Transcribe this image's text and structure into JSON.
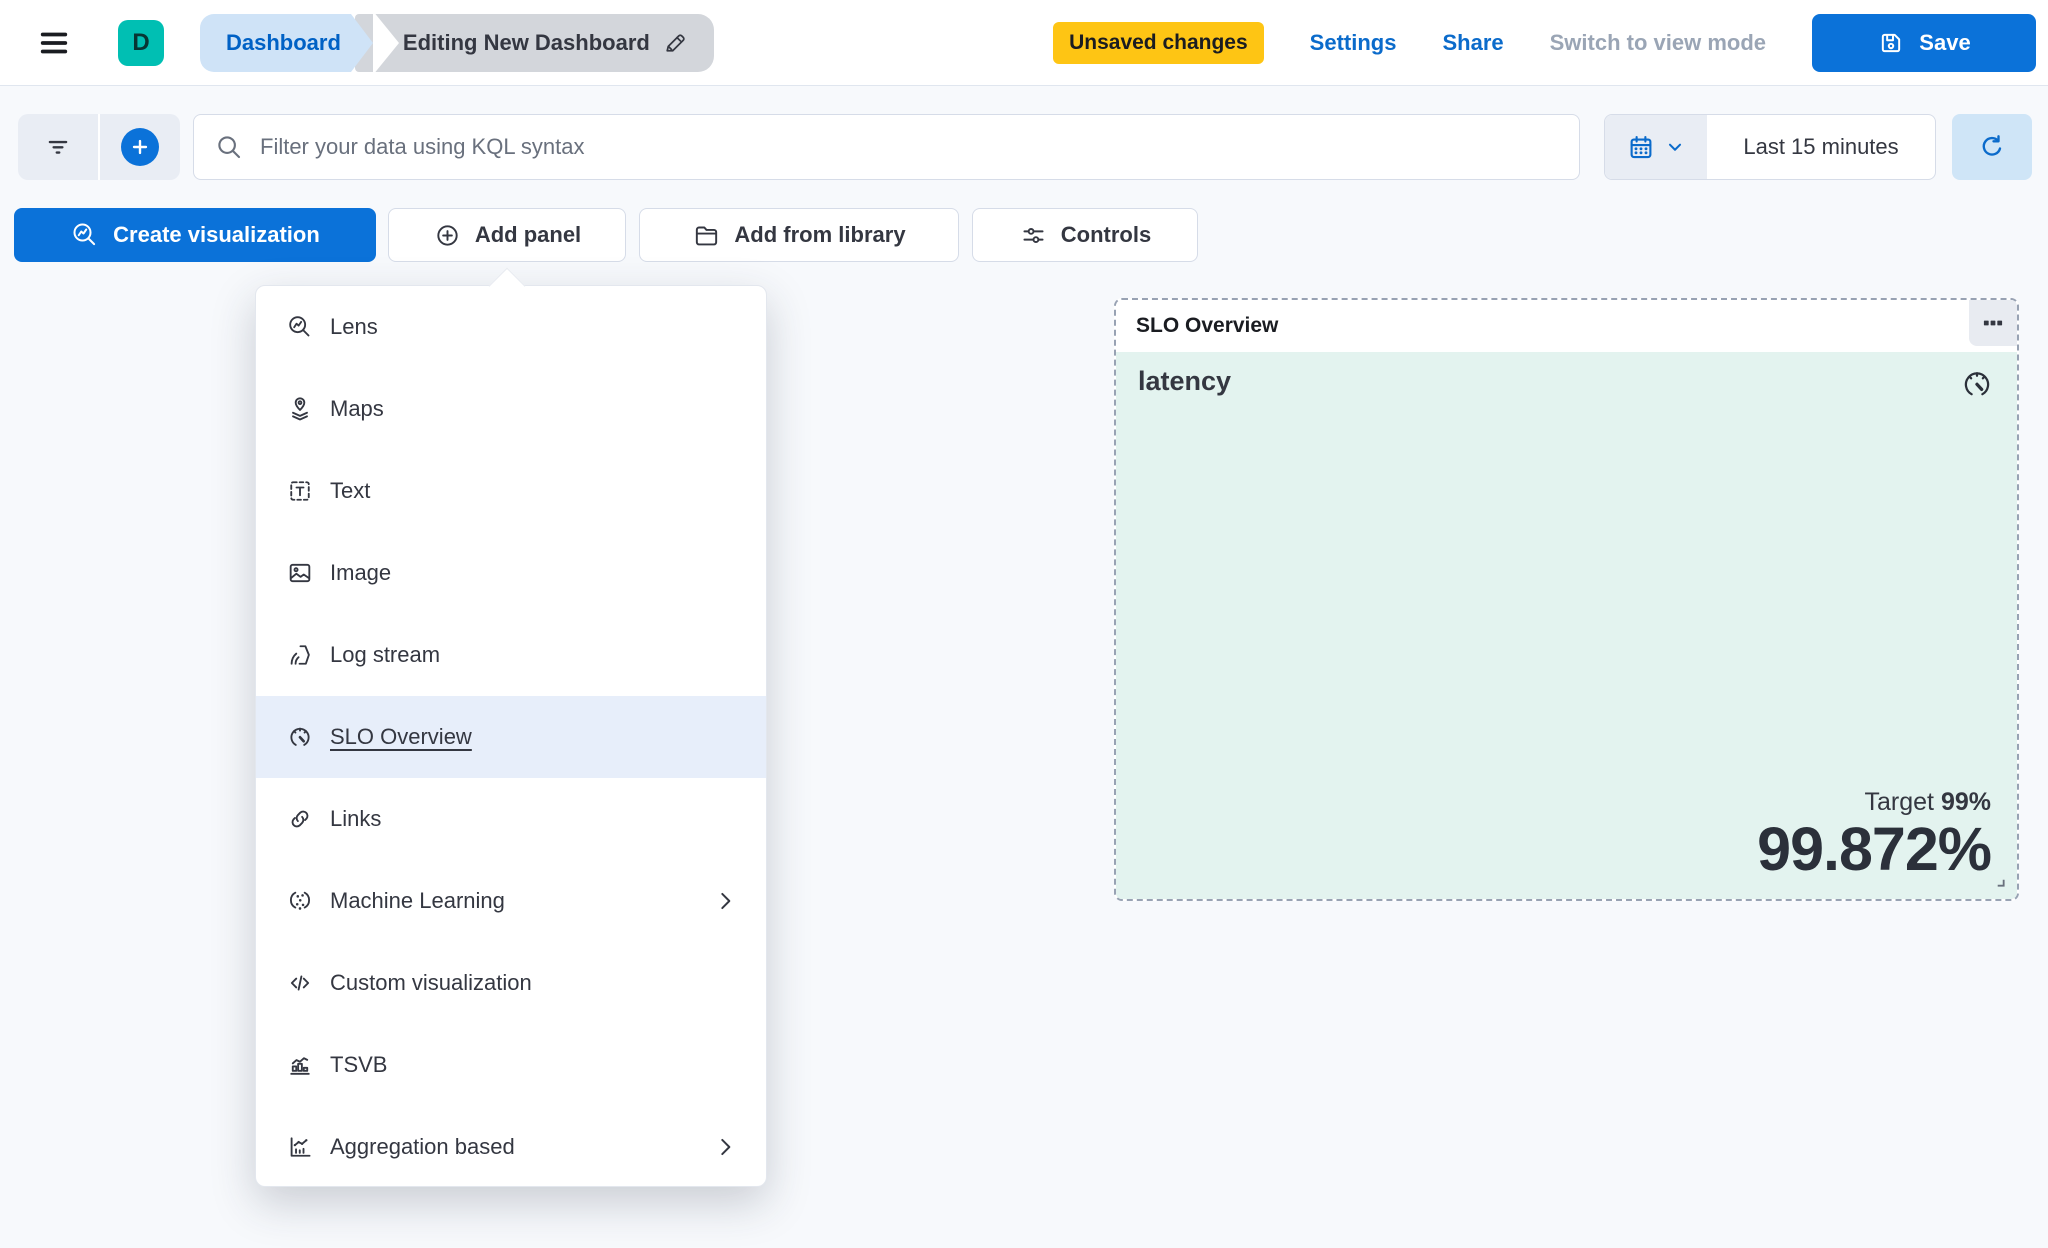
{
  "topbar": {
    "avatar_letter": "D",
    "breadcrumb": {
      "root": "Dashboard",
      "current": "Editing New Dashboard"
    },
    "badge": "Unsaved changes",
    "settings_label": "Settings",
    "share_label": "Share",
    "view_mode_label": "Switch to view mode",
    "save_label": "Save"
  },
  "toolbar": {
    "kql_placeholder": "Filter your data using KQL syntax",
    "time_range": "Last 15 minutes"
  },
  "actions": {
    "create_visualization_label": "Create visualization",
    "add_panel_label": "Add panel",
    "add_from_library_label": "Add from library",
    "controls_label": "Controls"
  },
  "add_panel_menu": {
    "items": [
      {
        "label": "Lens",
        "icon": "lens-icon",
        "selected": false,
        "has_submenu": false
      },
      {
        "label": "Maps",
        "icon": "maps-icon",
        "selected": false,
        "has_submenu": false
      },
      {
        "label": "Text",
        "icon": "text-icon",
        "selected": false,
        "has_submenu": false
      },
      {
        "label": "Image",
        "icon": "image-icon",
        "selected": false,
        "has_submenu": false
      },
      {
        "label": "Log stream",
        "icon": "log-stream-icon",
        "selected": false,
        "has_submenu": false
      },
      {
        "label": "SLO Overview",
        "icon": "gauge-icon",
        "selected": true,
        "has_submenu": false
      },
      {
        "label": "Links",
        "icon": "link-icon",
        "selected": false,
        "has_submenu": false
      },
      {
        "label": "Machine Learning",
        "icon": "machine-learning-icon",
        "selected": false,
        "has_submenu": true
      },
      {
        "label": "Custom visualization",
        "icon": "code-icon",
        "selected": false,
        "has_submenu": false
      },
      {
        "label": "TSVB",
        "icon": "tsvb-icon",
        "selected": false,
        "has_submenu": false
      },
      {
        "label": "Aggregation based",
        "icon": "aggregation-icon",
        "selected": false,
        "has_submenu": true
      }
    ]
  },
  "slo_panel": {
    "header": "SLO Overview",
    "slo_name": "latency",
    "target_label": "Target",
    "target_value": "99%",
    "observed_value": "99.872%"
  },
  "colors": {
    "primary_blue": "#0b72d9",
    "link_blue": "#0b6bcb",
    "badge_yellow": "#fec514",
    "avatar_teal": "#00bfb3",
    "panel_mint": "#e3f3ef",
    "menu_highlight": "#e7eefa",
    "dashed_border": "#98a2b3",
    "text_dark": "#343741"
  }
}
